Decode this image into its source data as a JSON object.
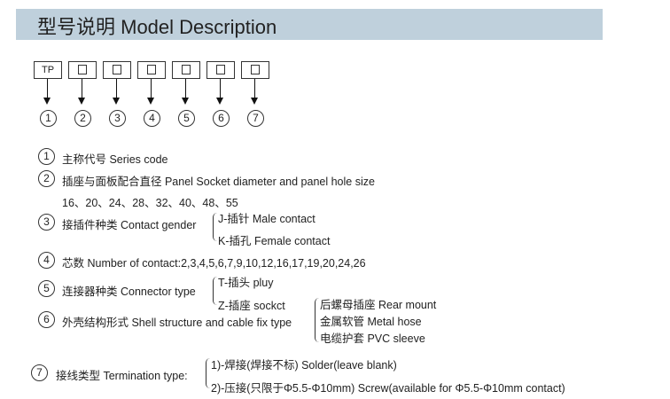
{
  "header": {
    "title": "型号说明 Model Description"
  },
  "code_boxes": [
    "TP",
    "",
    "",
    "",
    "",
    "",
    ""
  ],
  "markers": [
    "1",
    "2",
    "3",
    "4",
    "5",
    "6",
    "7"
  ],
  "items": {
    "series": "主称代号 Series code",
    "diameter": "插座与面板配合直径 Panel Socket diameter and panel hole size",
    "diameter_values": "16、20、24、28、32、40、48、55",
    "gender": "接插件种类 Contact gender",
    "gender_options": [
      "J-插针 Male contact",
      "K-插孔 Female contact"
    ],
    "contacts": "芯数 Number of contact:2,3,4,5,6,7,9,10,12,16,17,19,20,24,26",
    "connector": "连接器种类 Connector type",
    "connector_options": [
      "T-插头 pluy",
      "Z-插座 sockct"
    ],
    "shell": "外壳结构形式 Shell structure and cable fix type",
    "shell_options": [
      "后螺母插座 Rear mount",
      "金属软管 Metal hose",
      "电缆护套 PVC sleeve"
    ],
    "termination": "接线类型 Termination type:",
    "termination_options": [
      "1)-焊接(焊接不标) Solder(leave blank)",
      "2)-压接(只限于Φ5.5-Φ10mm) Screw(available for Φ5.5-Φ10mm contact)"
    ]
  }
}
